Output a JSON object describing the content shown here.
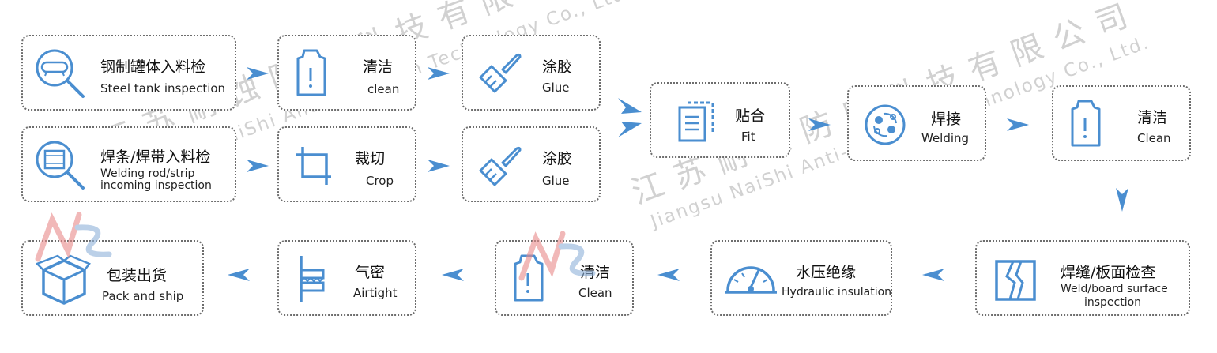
{
  "watermark": {
    "company_cn_line1": "江 苏 耐 蚀 防 腐 科 技 有 限 公 司",
    "company_en_line1": "Jiangsu NaiShi Anti-corrosion Technology Co., Ltd.",
    "company_cn_line2": "江 苏 耐 蚀 防 腐 科 技 有 限 公 司",
    "company_en_line2": "Jiangsu NaiShi Anti-corrosion Technology Co., Ltd.",
    "logo_letters": "NS"
  },
  "steps": {
    "steel_tank": {
      "zh": "钢制罐体入料检",
      "en": "Steel tank  inspection",
      "icon": "magnifier-tank-icon"
    },
    "welding_rod": {
      "zh": "焊条/焊带入料检",
      "en_line1": "Welding rod/strip",
      "en_line2": "incoming inspection",
      "icon": "magnifier-sheet-icon"
    },
    "clean1": {
      "zh": "清洁",
      "en": "clean",
      "icon": "bottle-icon"
    },
    "crop": {
      "zh": "裁切",
      "en": "Crop",
      "icon": "crop-icon"
    },
    "glue1": {
      "zh": "涂胶",
      "en": "Glue",
      "icon": "brush-icon"
    },
    "glue2": {
      "zh": "涂胶",
      "en": "Glue",
      "icon": "brush-icon"
    },
    "fit": {
      "zh": "贴合",
      "en": "Fit",
      "icon": "documents-icon"
    },
    "welding": {
      "zh": "焊接",
      "en": "Welding",
      "icon": "welding-icon"
    },
    "clean2": {
      "zh": "清洁",
      "en": "Clean",
      "icon": "bottle-icon"
    },
    "weld_board": {
      "zh": "焊缝/板面检查",
      "en_line1": "Weld/board surface",
      "en_line2": "inspection",
      "icon": "crack-icon"
    },
    "hydraulic": {
      "zh": "水压绝缘",
      "en": "Hydraulic insulation",
      "icon": "gauge-icon"
    },
    "clean3": {
      "zh": "清洁",
      "en": "Clean",
      "icon": "bottle-icon"
    },
    "airtight": {
      "zh": "气密",
      "en": "Airtight",
      "icon": "airtight-icon"
    },
    "pack": {
      "zh": "包装出货",
      "en": "Pack and ship",
      "icon": "box-icon"
    }
  },
  "colors": {
    "accent": "#4a8ed0",
    "border": "#6d6d6d",
    "watermark": "#c9c9c9",
    "logo_red": "#e88a8a",
    "logo_blue": "#8fb2da"
  }
}
